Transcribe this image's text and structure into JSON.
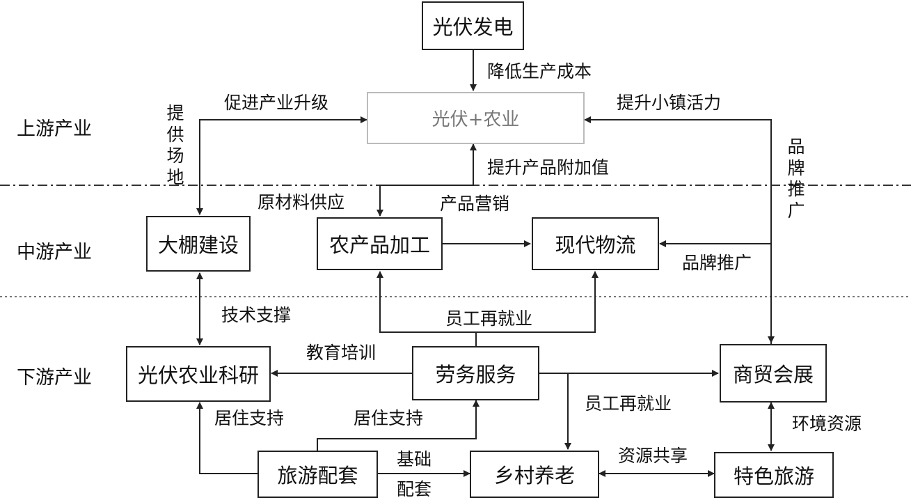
{
  "layers": {
    "upstream": "上游产业",
    "midstream": "中游产业",
    "downstream": "下游产业"
  },
  "nodes": {
    "pv_power": "光伏发电",
    "pv_agri": "光伏+农业",
    "greenhouse": "大棚建设",
    "agri_processing": "农产品加工",
    "logistics": "现代物流",
    "pv_research": "光伏农业科研",
    "labor_service": "劳务服务",
    "trade_expo": "商贸会展",
    "tourism_support": "旅游配套",
    "rural_elderly": "乡村养老",
    "featured_tourism": "特色旅游"
  },
  "edge_labels": {
    "reduce_cost": "降低生产成本",
    "promote_upgrade": "促进产业升级",
    "boost_vitality": "提升小镇活力",
    "provide_site": "提供场地",
    "brand_promo_vertical": "品牌推广",
    "add_value": "提升产品附加值",
    "raw_supply": "原材料供应",
    "marketing": "产品营销",
    "brand_promo": "品牌推广",
    "tech_support": "技术支撑",
    "reemploy_1": "员工再就业",
    "education": "教育培训",
    "housing_1": "居住支持",
    "housing_2": "居住支持",
    "reemploy_2": "员工再就业",
    "env_resources": "环境资源",
    "infra_1": "基础",
    "infra_2": "配套",
    "resource_share": "资源共享"
  }
}
